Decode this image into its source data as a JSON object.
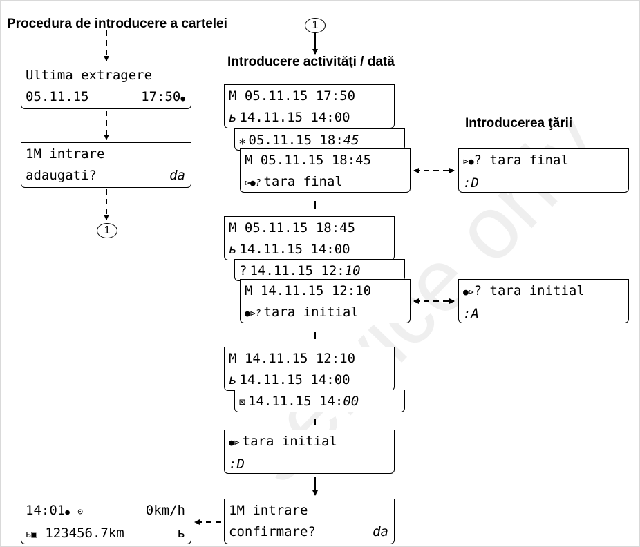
{
  "header": {
    "title": "Procedura de introducere a cartelei",
    "marker": "1",
    "activities_title": "Introducere activităţi / dată",
    "country_title": "Introducerea ţării"
  },
  "left_column": {
    "last_withdrawal": {
      "line1": "Ultima extragere",
      "date": "05.11.15",
      "time": "17:50",
      "time_icon": "●"
    },
    "add_entry": {
      "line1": "1M intrare",
      "prompt": "adaugati?",
      "answer": "da"
    },
    "marker_end": "1",
    "standard_display": {
      "time": "14:01",
      "time_icon": "●",
      "mode_icon": "⊙",
      "speed": "0km/h",
      "odo_icon": "ь▣",
      "odometer": "123456.7km",
      "status_icon": "ь"
    }
  },
  "block1": {
    "line_a": "M 05.11.15 17:50",
    "line_b_icon": "ь",
    "line_b": "14.11.15 14:00",
    "line_c_icon": "⁎",
    "line_c_main": "05.11.15 18:",
    "line_c_edit": "45",
    "line_d": "M 05.11.15 18:45",
    "line_e_icon": "⊳●?",
    "line_e": "tara final"
  },
  "block2": {
    "line_a": "M 05.11.15 18:45",
    "line_b_icon": "ь",
    "line_b": "14.11.15 14:00",
    "line_c_icon": "?",
    "line_c_main": "14.11.15 12:",
    "line_c_edit": "10",
    "line_d": "M 14.11.15 12:10",
    "line_e_icon": "●⊳?",
    "line_e": "tara initial"
  },
  "block3": {
    "line_a": "M 14.11.15 12:10",
    "line_b_icon": "ь",
    "line_b": "14.11.15 14:00",
    "line_c_icon": "⊠",
    "line_c_main": "14.11.15 14:",
    "line_c_edit": "00"
  },
  "country_final": {
    "line1_icon": "⊳●",
    "line1": "? tara final",
    "value": ":D"
  },
  "country_initial": {
    "line1_icon": "●⊳",
    "line1": "? tara initial",
    "value": ":A"
  },
  "tara_initial_display": {
    "line1_icon": "●⊳",
    "line1": "tara initial",
    "value": ":D"
  },
  "confirm": {
    "line1": "1M intrare",
    "prompt": "confirmare?",
    "answer": "da"
  },
  "watermark": "service only"
}
